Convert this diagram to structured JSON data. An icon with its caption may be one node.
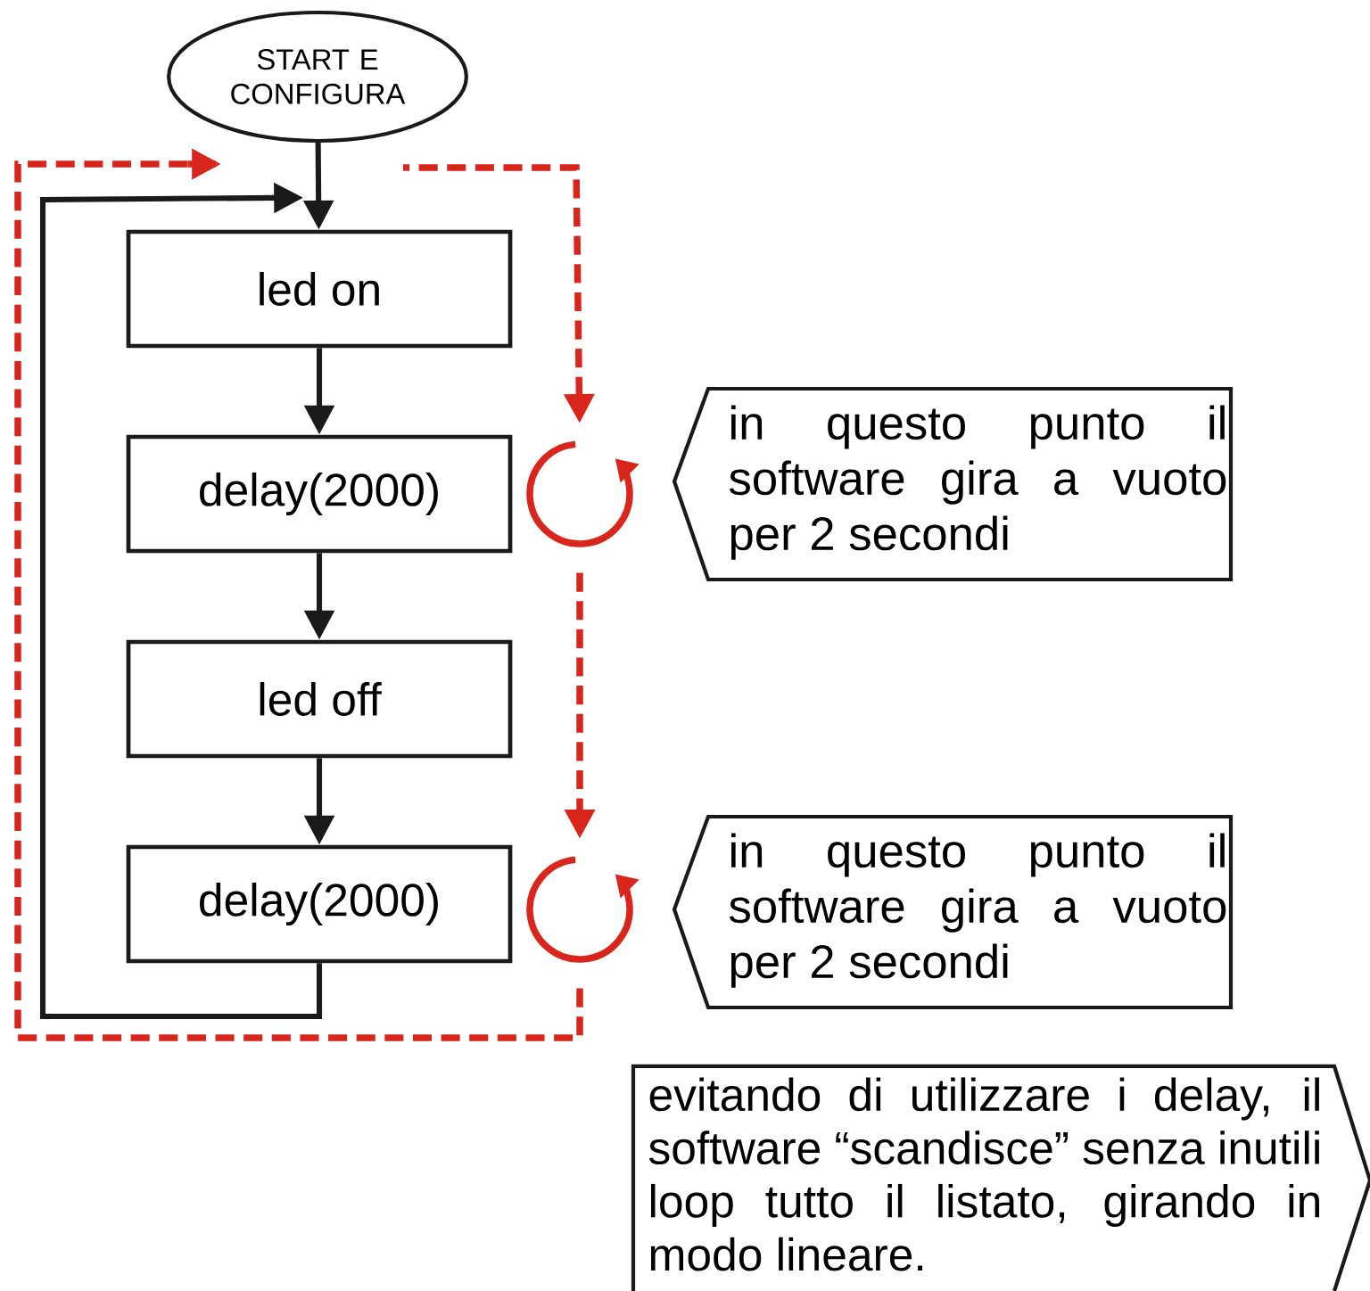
{
  "diagram": {
    "nodes": [
      {
        "text": [
          "START E CONFIGURA"
        ]
      },
      {
        "text": [
          "led on"
        ]
      },
      {
        "text": [
          "delay(2000)"
        ]
      },
      {
        "text": [
          "led off"
        ]
      },
      {
        "text": [
          "delay(2000)"
        ]
      },
      {
        "text": [
          "in questo punto il software gira a vuoto per 2 secondi"
        ]
      },
      {
        "text": [
          "in questo punto il software gira a vuoto per 2 secondi"
        ]
      },
      {
        "text": [
          "evitando di utilizzare i delay, il software “scandisce” senza inutili loop tutto il listato, girando in modo lineare."
        ]
      },
      {
        "text": [],
        "shape": "circle"
      },
      {
        "text": [],
        "shape": "circle"
      }
    ],
    "edges": [
      {
        "from": 0,
        "to": 1,
        "arrow": "to"
      },
      {
        "from": 1,
        "to": 2,
        "arrow": "to"
      },
      {
        "from": 2,
        "to": 3,
        "arrow": "to"
      },
      {
        "from": 3,
        "to": 4,
        "arrow": "to"
      },
      {
        "from": 4,
        "to": 1,
        "arrow": "to"
      },
      {
        "from": null,
        "to": 8,
        "arrow": "to",
        "style": "dashed",
        "color": "#d9261c"
      },
      {
        "from": 8,
        "to": 9,
        "arrow": "to",
        "style": "dashed",
        "color": "#d9261c"
      },
      {
        "from": 9,
        "to": null,
        "arrow": "to",
        "style": "dashed",
        "color": "#d9261c"
      }
    ]
  }
}
